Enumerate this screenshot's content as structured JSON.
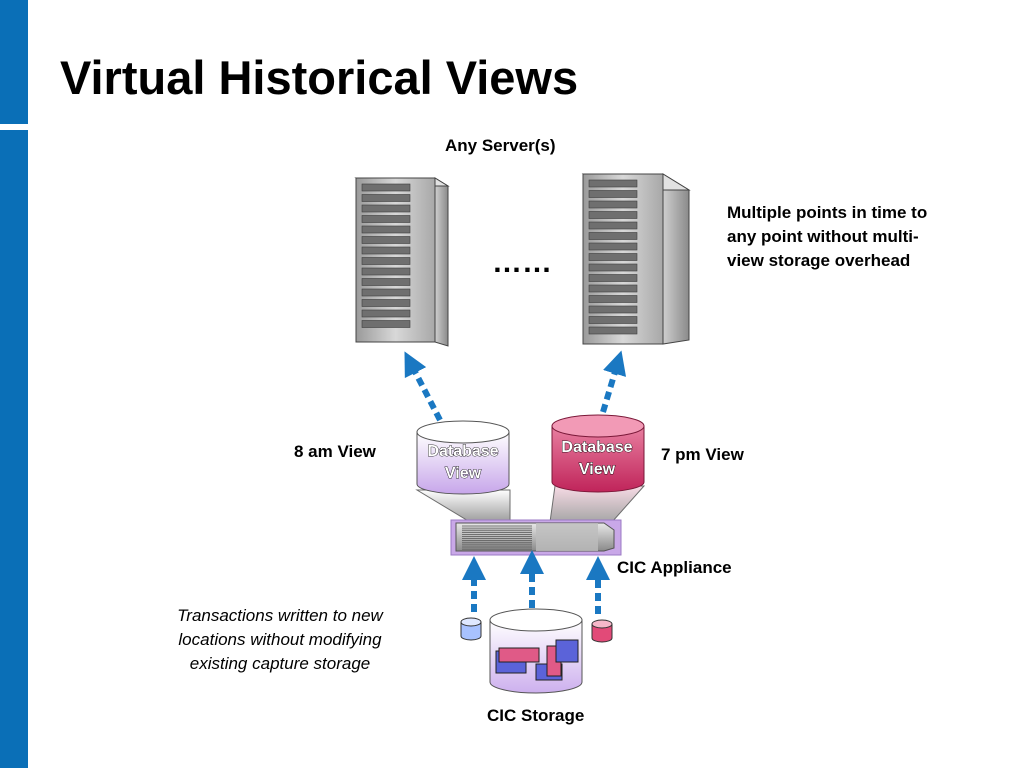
{
  "slide": {
    "title": "Virtual Historical Views"
  },
  "labels": {
    "servers": "Any Server(s)",
    "ellipsis": "……",
    "note_lines": [
      "Multiple points in time to",
      "any point without multi-",
      "view storage overhead"
    ],
    "view_8am": "8 am View",
    "view_7pm": "7 pm View",
    "db_view_line1": "Database",
    "db_view_line2": "View",
    "appliance": "CIC Appliance",
    "storage": "CIC Storage",
    "transactions_lines": [
      "Transactions written to new",
      "locations without modifying",
      "existing capture storage"
    ]
  },
  "colors": {
    "accent_blue": "#0a6fb7",
    "arrow_blue": "#1a78c2",
    "view_purple": "#c9a8e8",
    "view_pink": "#d64b7a"
  }
}
